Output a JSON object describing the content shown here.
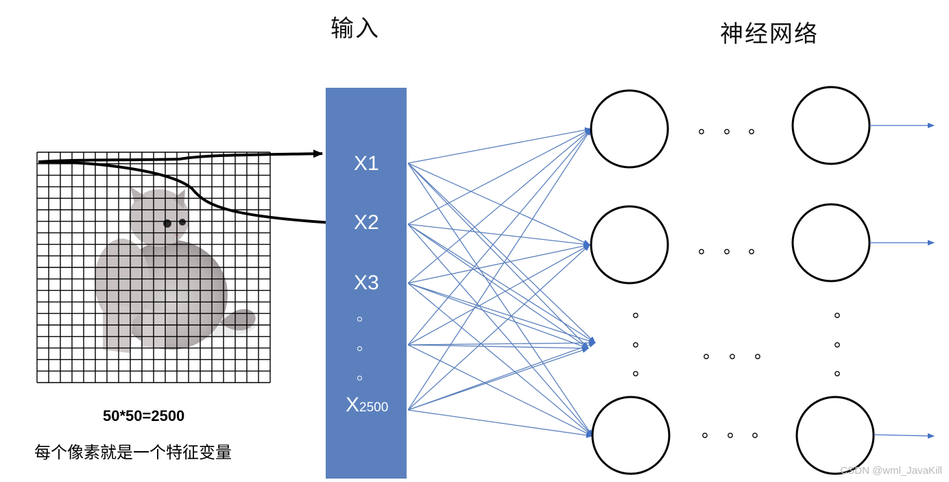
{
  "titles": {
    "input": "输入",
    "network": "神经网络"
  },
  "inputs": [
    {
      "label": "X1",
      "sub": ""
    },
    {
      "label": "X2",
      "sub": ""
    },
    {
      "label": "X3",
      "sub": ""
    },
    {
      "label": "X",
      "sub": "2500"
    }
  ],
  "caption": {
    "formula": "50*50=2500",
    "description": "每个像素就是一个特征变量"
  },
  "watermark": "CSDN @wml_JavaKill",
  "colors": {
    "input_bar": "#5b80bd",
    "connection": "#5b80bd",
    "neuron_stroke": "#000000"
  },
  "icons": {
    "image": "cat-photo-grid"
  }
}
